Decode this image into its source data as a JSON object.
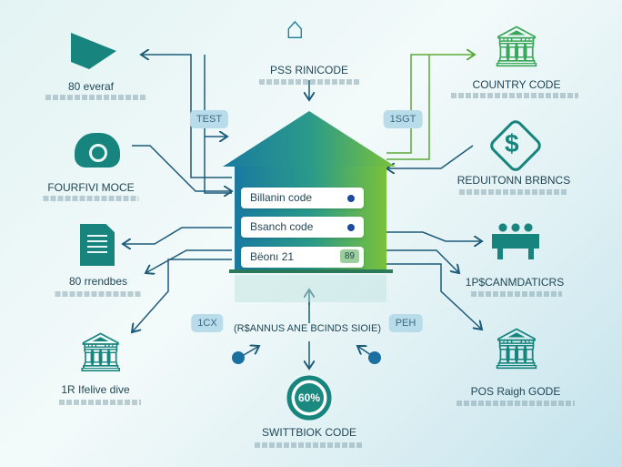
{
  "center": {
    "title": "PSS RINICODE",
    "rows": [
      "Billanin code",
      "Bsanch code",
      "Bëonı 21"
    ],
    "badge": "89",
    "caption": "(R$ANNUS ANE BCINDS SIOIE)",
    "progress_label": "60%",
    "progress": 60,
    "bottom_title": "SWITTBIOK CODE"
  },
  "pills": [
    "TEST",
    "1SGT",
    "1CX",
    "PEH"
  ],
  "left": [
    {
      "label": "80 everaf",
      "icon": "ticket-icon"
    },
    {
      "label": "FOURFIVI MOCE",
      "icon": "cloud-icon"
    },
    {
      "label": "80 rrendbes",
      "icon": "document-icon"
    },
    {
      "label": "1R Ifelive dive",
      "icon": "bank-icon"
    }
  ],
  "right": [
    {
      "label": "COUNTRY CODE",
      "icon": "bank-icon"
    },
    {
      "label": "REDUITONN BRBNCS",
      "icon": "dollar-badge-icon"
    },
    {
      "label": "1P$CANMDATICRS",
      "icon": "bench-icon"
    },
    {
      "label": "POS Raigh GODE",
      "icon": "bank-icon"
    }
  ],
  "colors": {
    "teal": "#17857e",
    "green": "#3aa85a",
    "navy": "#1d5a7a",
    "accent": "#5aaa3a"
  }
}
